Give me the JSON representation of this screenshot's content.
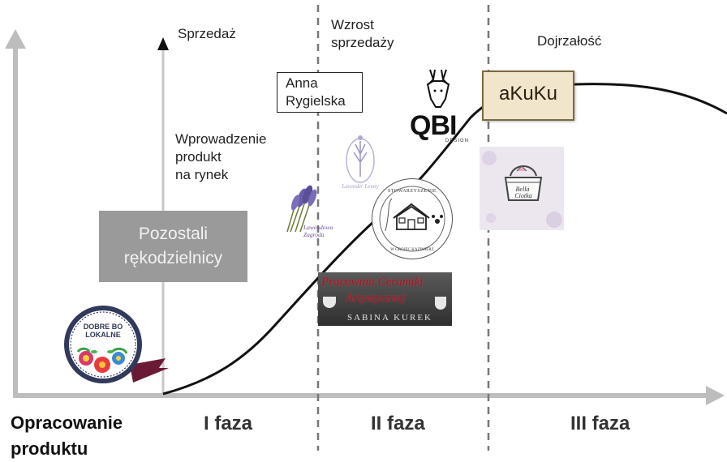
{
  "y_axis_label": "Sprzedaż",
  "stages": {
    "intro": "Wprowadzenie\nprodukt\nna rynek",
    "growth": "Wzrost\nsprzedaży",
    "maturity": "Dojrzałość"
  },
  "phases": [
    "I faza",
    "II faza",
    "III faza"
  ],
  "development": "Opracowanie\nproduktu",
  "other_crafters": "Pozostali\nrękodzielnicy",
  "brands": {
    "anna": "Anna\nRygielska",
    "akuku": "aKuKu",
    "qbi": "QBI",
    "qbi_sub": "DESIGN",
    "dobre": "DOBRE BO\nLOKALNE",
    "lawendowa": "Lawendowa\nZagroda",
    "ceramika_line1": "Pracownia Ceramiki",
    "ceramika_line2": "Artystycznej",
    "ceramika_author": "SABINA KUREK",
    "stowarzyszenie": "STOWARZYSZENIE",
    "stowarzyszenie_sub": "W GROJEC KAZIMIERZ",
    "lavender_sign": "Lavender Lenny",
    "basket_text": "Bella\nCiotka"
  },
  "colors": {
    "axis": "#bdbdbd",
    "curve": "#111111",
    "grey_box": "#9a9a9a",
    "akuku_bg": "#f1e6cc",
    "ribbon": "#6b1a35",
    "ceramika_bg": "#3e3e3e",
    "ceramika_text": "#8e1e2e"
  }
}
